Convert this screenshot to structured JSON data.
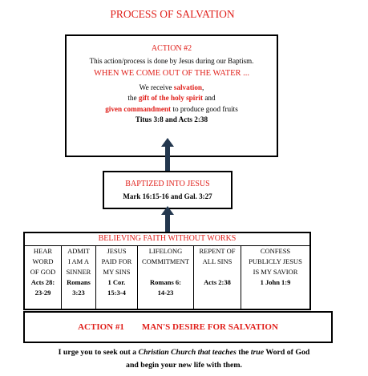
{
  "title": "PROCESS OF SALVATION",
  "action2": {
    "heading": "ACTION #2",
    "line1": "This action/process is done by Jesus during our Baptism.",
    "line2": "WHEN WE COME OUT OF THE WATER ...",
    "line3_pre": "We receive ",
    "line3_red": "salvation",
    "line3_post": ",",
    "line4_pre": "the ",
    "line4_red": "gift of the holy spirit",
    "line4_post": " and",
    "line5_red": "given commandment",
    "line5_post": " to produce good fruits",
    "line6": "Titus 3:8 and Acts 2:38"
  },
  "baptized": {
    "heading": "BAPTIZED INTO JESUS",
    "ref": "Mark 16:15-16 and Gal. 3:27"
  },
  "faith": {
    "heading": "BELIEVING FAITH WITHOUT WORKS",
    "columns": [
      {
        "lines": [
          "HEAR",
          "WORD",
          "OF GOD"
        ],
        "ref": [
          "Acts 28:",
          "23-29"
        ]
      },
      {
        "lines": [
          "ADMIT",
          "I AM A",
          "SINNER"
        ],
        "ref": [
          "Romans",
          "3:23"
        ]
      },
      {
        "lines": [
          "JESUS",
          "PAID FOR",
          "MY SINS"
        ],
        "ref": [
          "1 Cor.",
          "15:3-4"
        ]
      },
      {
        "lines": [
          "LIFELONG",
          "COMMITMENT"
        ],
        "ref": [
          "Romans 6:",
          "14-23"
        ]
      },
      {
        "lines": [
          "REPENT OF",
          "ALL SINS"
        ],
        "ref": [
          "Acts 2:38"
        ]
      },
      {
        "lines": [
          "CONFESS",
          "PUBLICLY JESUS",
          "IS MY SAVIOR"
        ],
        "ref": [
          "1 John 1:9"
        ]
      }
    ]
  },
  "action1": {
    "label": "ACTION #1",
    "text": "MAN'S DESIRE FOR SALVATION"
  },
  "footer": {
    "p1": "I urge you to seek out a ",
    "i1": "Christian Church that teaches",
    "p2": " the ",
    "i2": "true",
    "p3": " Word of God",
    "line2": "and begin your new life with them."
  }
}
